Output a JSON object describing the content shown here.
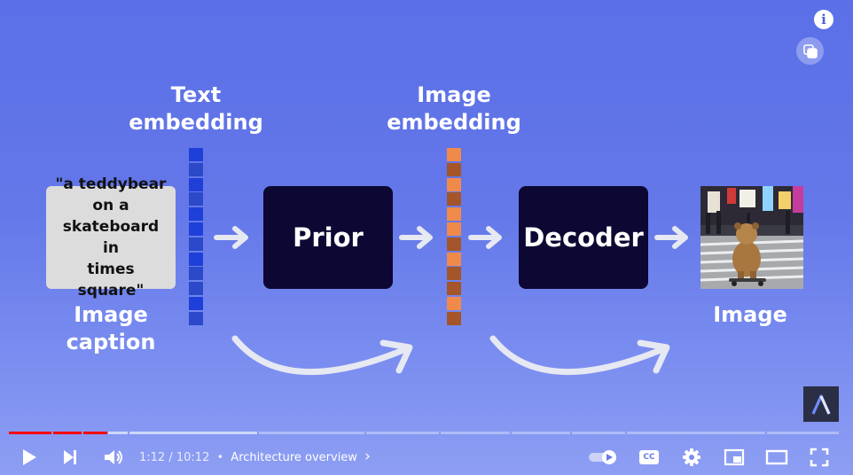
{
  "diagram": {
    "text_embedding_label": [
      "Text",
      "embedding"
    ],
    "image_embedding_label": [
      "Image",
      "embedding"
    ],
    "caption_text": [
      "\"a teddybear",
      "on a",
      "skateboard in",
      "times square\""
    ],
    "image_caption_label": [
      "Image",
      "caption"
    ],
    "prior_label": "Prior",
    "decoder_label": "Decoder",
    "image_label": "Image",
    "text_embedding_colors": [
      "#1e3fd8",
      "#2b49c8",
      "#1e3fd8",
      "#2b49c8",
      "#1e3fd8",
      "#1e3fd8",
      "#2b49c8",
      "#1e3fd8",
      "#2b49c8",
      "#2b49c8",
      "#1e3fd8",
      "#2b49c8"
    ],
    "image_embedding_colors": [
      "#f08a4b",
      "#a4552a",
      "#f08a4b",
      "#a4552a",
      "#f08a4b",
      "#f08a4b",
      "#a4552a",
      "#f08a4b",
      "#a4552a",
      "#a4552a",
      "#f08a4b",
      "#a4552a"
    ],
    "block_color": "#0c0833",
    "arrow_color": "#e6e8f2"
  },
  "overlay": {
    "info_icon": "info-icon",
    "cards_icon": "cards-icon",
    "channel_logo_icon": "channel-logo-icon"
  },
  "player": {
    "progress": {
      "played_fraction": 0.118,
      "played_color": "#ff0000"
    },
    "time_current": "1:12",
    "time_separator": "/",
    "time_total": "10:12",
    "chapter_dot": "•",
    "chapter_title": "Architecture overview",
    "chapter_chevron": "›",
    "buttons": {
      "play": "play-icon",
      "next": "next-icon",
      "volume": "volume-icon",
      "autoplay": "autoplay-toggle",
      "captions": "CC",
      "settings": "gear-icon",
      "miniplayer": "miniplayer-icon",
      "theater": "theater-icon",
      "fullscreen": "fullscreen-icon"
    }
  }
}
